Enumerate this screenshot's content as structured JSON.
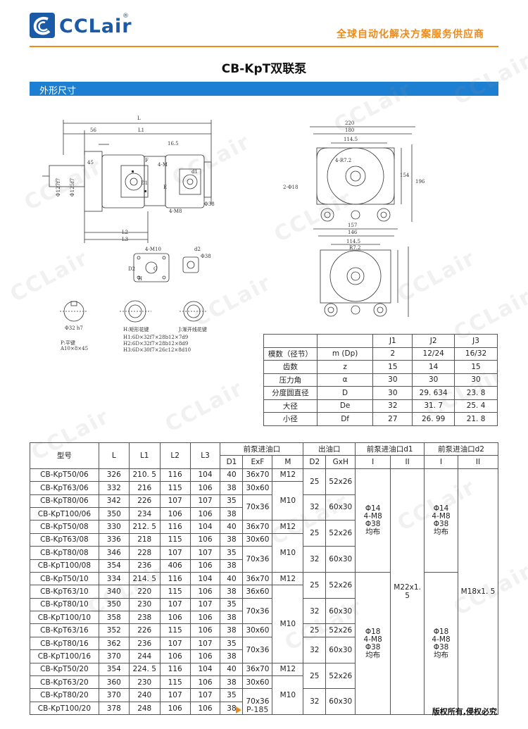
{
  "header": {
    "logo_text": "CCLair",
    "registered": "®",
    "slogan": "全球自动化解决方案服务供应商"
  },
  "page_title": "CB-KpT双联泵",
  "section_title": "外形尺寸",
  "drawing_labels": {
    "L": "L",
    "L1": "L1",
    "L2": "L2",
    "L3": "L3",
    "d56": "56",
    "d45": "45",
    "d16_5": "16.5",
    "phi_dia": "Φ127f7",
    "phi_dia2": "Φ125f7",
    "m4_M": "4-M",
    "m4_M8": "4-M8",
    "F": "F",
    "E": "E",
    "Dj": "D1",
    "d1": "d1",
    "phi38": "Φ38",
    "m4_M10": "4-M10",
    "d2": "d2",
    "D2": "D2",
    "G": "G",
    "H": "H",
    "phi38b": "Φ38",
    "d220": "220",
    "d180": "180",
    "d114_5": "114.5",
    "r7_2": "4-R7.2",
    "d154": "154",
    "d196": "196",
    "phi18": "2-Φ18",
    "d157": "157",
    "d146": "146",
    "d114_5b": "114.5",
    "r7_2b": "R7.2",
    "cap_p": "P:平键",
    "cap_p2": "A10×8×45",
    "cap_phi32": "Φ32 h7",
    "cap_h": "H:矩形花键",
    "cap_h1": "H1:6D×32f7×28b12×7d9",
    "cap_h2": "H2:6D×32f7×28b12×8d9",
    "cap_h3": "H3:6D×30f7×26c12×8d10",
    "cap_j": "J:渐开线花键"
  },
  "gear_table": {
    "headers": [
      "",
      "",
      "J1",
      "J2",
      "J3"
    ],
    "rows": [
      [
        "模数（径节）",
        "m (Dp)",
        "2",
        "12/24",
        "16/32"
      ],
      [
        "齿数",
        "z",
        "15",
        "14",
        "15"
      ],
      [
        "压力角",
        "α",
        "30",
        "30",
        "30"
      ],
      [
        "分度圆直径",
        "D",
        "30",
        "29. 634",
        "23. 8"
      ],
      [
        "大径",
        "De",
        "32",
        "31. 7",
        "25. 4"
      ],
      [
        "小径",
        "Df",
        "27",
        "26. 99",
        "21. 8"
      ]
    ]
  },
  "spec_table": {
    "head1": [
      "型号",
      "L",
      "L1",
      "L2",
      "L3",
      "前泵进油口",
      "出油口",
      "前泵进油口d1",
      "前泵进油口d2"
    ],
    "head2": [
      "D1",
      "ExF",
      "M",
      "D2",
      "GxH",
      "I",
      "II",
      "I",
      "II"
    ],
    "rows": [
      [
        "CB-KpT50/06",
        "326",
        "210. 5",
        "116",
        "104",
        "40",
        "36x70",
        "M12"
      ],
      [
        "CB-KpT63/06",
        "332",
        "216",
        "115",
        "106",
        "38",
        "30x60"
      ],
      [
        "CB-KpT80/06",
        "342",
        "226",
        "107",
        "107",
        "35",
        "70x36",
        "M10"
      ],
      [
        "CB-KpT100/06",
        "350",
        "234",
        "106",
        "106",
        "38"
      ],
      [
        "CB-KpT50/08",
        "330",
        "212. 5",
        "116",
        "104",
        "40",
        "36x70",
        "M12"
      ],
      [
        "CB-KpT63/08",
        "336",
        "218",
        "115",
        "106",
        "38",
        "30x60"
      ],
      [
        "CB-KpT80/08",
        "346",
        "228",
        "107",
        "107",
        "35",
        "70x36",
        "M10"
      ],
      [
        "CB-KpT100/08",
        "354",
        "236",
        "406",
        "106",
        "38"
      ],
      [
        "CB-KpT50/10",
        "334",
        "214. 5",
        "116",
        "104",
        "40",
        "36x70",
        "M12"
      ],
      [
        "CB-KpT63/10",
        "340",
        "220",
        "115",
        "106",
        "38",
        "36x60"
      ],
      [
        "CB-KpT80/10",
        "350",
        "230",
        "107",
        "107",
        "35",
        "70x36"
      ],
      [
        "CB-KpT100/10",
        "358",
        "238",
        "106",
        "106",
        "38",
        "M10"
      ],
      [
        "CB-KpT63/16",
        "352",
        "226",
        "115",
        "106",
        "38",
        "30x60"
      ],
      [
        "CB-KpT80/16",
        "362",
        "236",
        "107",
        "107",
        "35",
        "70x36"
      ],
      [
        "CB-KpT100/16",
        "370",
        "244",
        "106",
        "106",
        "38"
      ],
      [
        "CB-KpT50/20",
        "354",
        "224. 5",
        "116",
        "104",
        "40",
        "36x70",
        "M12"
      ],
      [
        "CB-KpT63/20",
        "360",
        "230",
        "115",
        "106",
        "38",
        "30x60"
      ],
      [
        "CB-KpT80/20",
        "370",
        "240",
        "107",
        "107",
        "35",
        "70x36",
        "M10"
      ],
      [
        "CB-KpT100/20",
        "378",
        "248",
        "106",
        "106",
        "38"
      ]
    ],
    "outlet": [
      [
        "25",
        "52x26"
      ],
      [
        "32",
        "60x30"
      ],
      [
        "25",
        "52x26"
      ],
      [
        "32",
        "60x30"
      ],
      [
        "25",
        "52x26"
      ],
      [
        "32",
        "60x30"
      ],
      [
        "25",
        "52x26"
      ],
      [
        "32",
        "60x30"
      ],
      [
        "25",
        "52x26"
      ],
      [
        "32",
        "60x30"
      ]
    ],
    "d1_group_a": "Φ14\n4-M8\nΦ38\n均布",
    "d1_group_b": "Φ18\n4-M8\nΦ38\n均布",
    "d1_II": "M22x1. 5",
    "d2_group_a": "Φ14\n4-M8\nΦ38\n均布",
    "d2_group_b": "Φ18\n4-M8\nΦ38\n均布",
    "d2_II": "M18x1. 5"
  },
  "footer": {
    "page_number": "P-185",
    "copyright": "版权所有,侵权必究"
  },
  "watermark": "CCLair"
}
